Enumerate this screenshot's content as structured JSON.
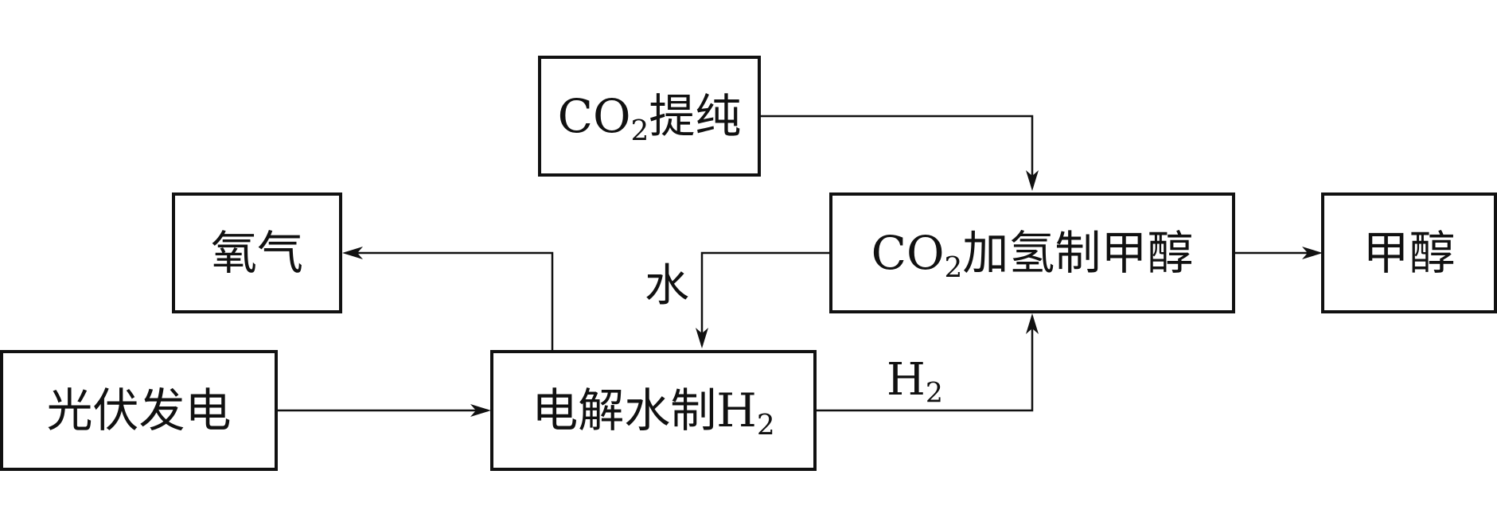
{
  "boxes": {
    "co2_purify": {
      "main": "CO",
      "sub": "2",
      "rest": "提纯"
    },
    "co2_hydro": {
      "main": "CO",
      "sub": "2",
      "rest": "加氢制甲醇"
    },
    "methanol": {
      "text": "甲醇"
    },
    "oxygen": {
      "text": "氧气"
    },
    "pv": {
      "text": "光伏发电"
    },
    "electrolysis": {
      "main": "电解水制H",
      "sub": "2"
    }
  },
  "labels": {
    "water": "水",
    "h2": {
      "main": "H",
      "sub": "2"
    }
  }
}
